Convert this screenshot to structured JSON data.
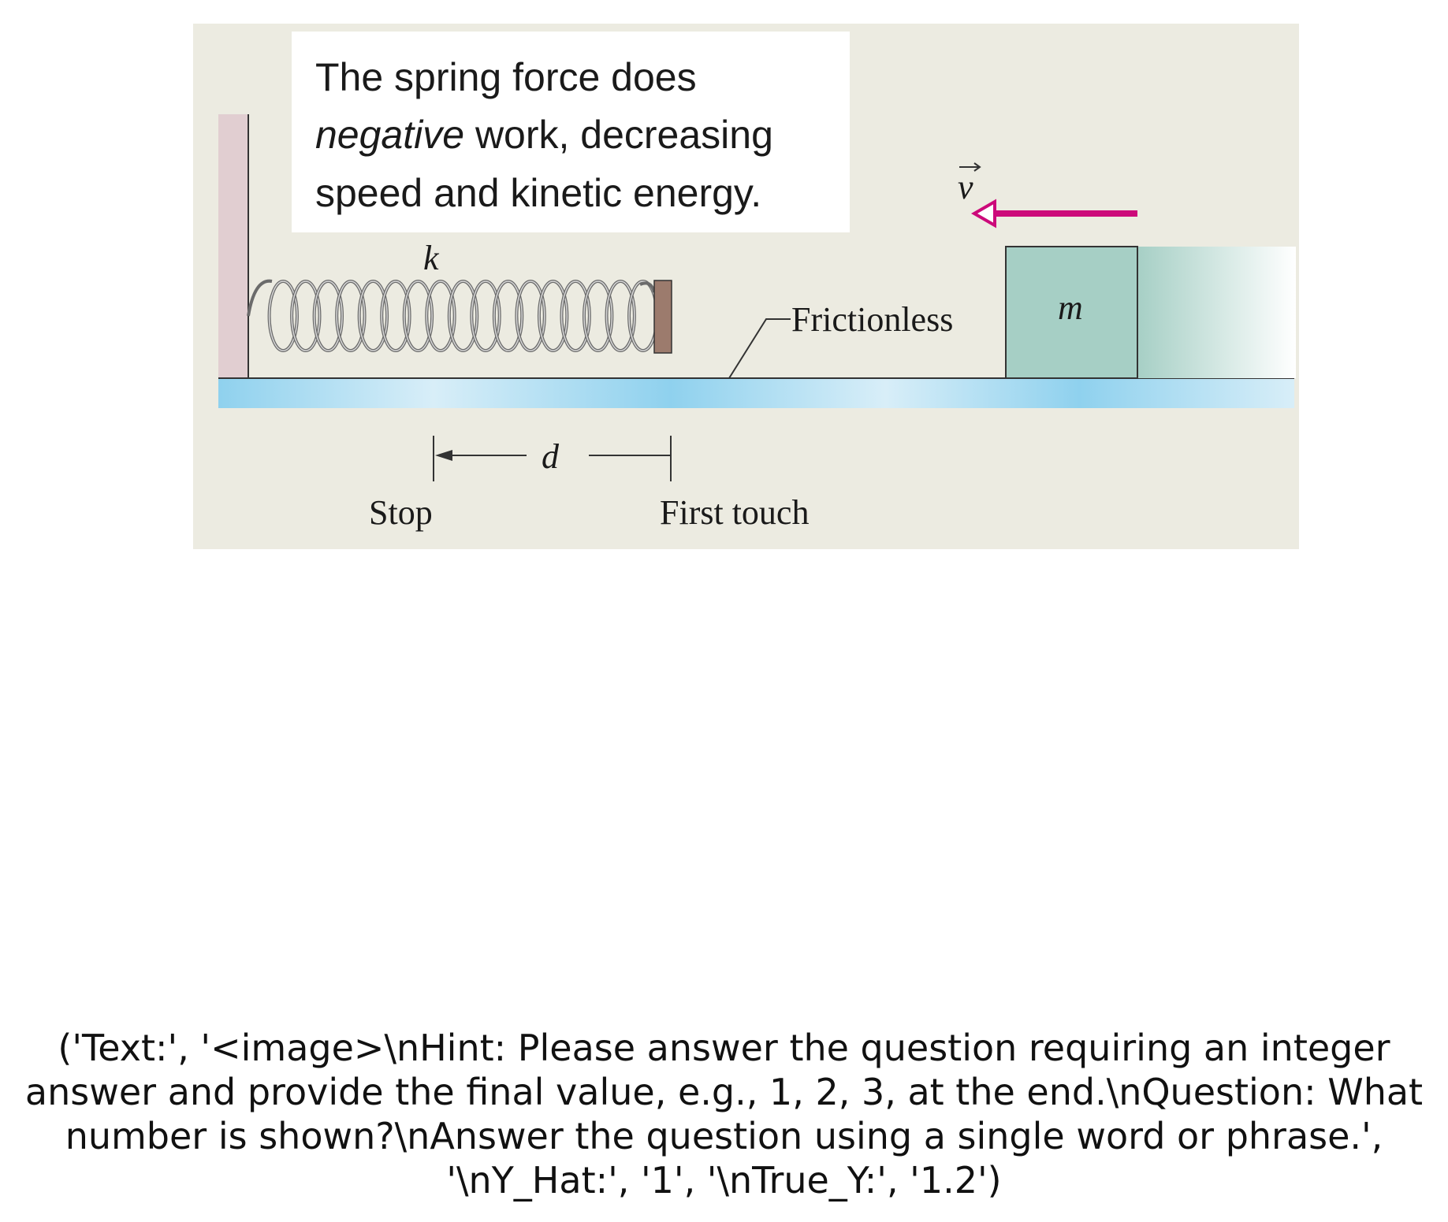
{
  "figure": {
    "callout_lines": [
      {
        "text": "The spring force does",
        "italic": false
      },
      {
        "prefix_italic": "negative",
        "rest": " work, decreasing"
      },
      {
        "text": "speed and kinetic energy.",
        "italic": false
      }
    ],
    "spring_label": "k",
    "velocity_label": "v",
    "mass_label": "m",
    "surface_label": "Frictionless",
    "distance_label": "d",
    "stop_label": "Stop",
    "first_touch_label": "First touch",
    "colors": {
      "panel": "#ecebe1",
      "wall": "#e1ced1",
      "floor_light": "#d8eef8",
      "floor_dark": "#8fd1ee",
      "block": "#a6cfc5",
      "stopper": "#9c7b6d",
      "arrow": "#cc0a7a",
      "spring": "#6b6b6b"
    }
  },
  "caption": "('Text:', '<image>\\nHint: Please answer the question requiring an integer answer and provide the final value, e.g., 1, 2, 3, at the end.\\nQuestion: What number is shown?\\nAnswer the question using a single word or phrase.', '\\nY_Hat:', '1', '\\nTrue_Y:', '1.2')"
}
